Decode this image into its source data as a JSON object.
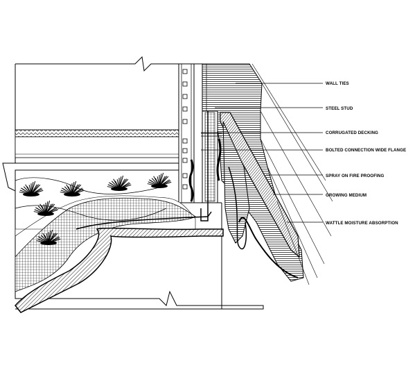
{
  "callouts": [
    {
      "id": "wall-ties",
      "text": "WALL TIES"
    },
    {
      "id": "steel-stud",
      "text": "STEEL STUD"
    },
    {
      "id": "corrugated-decking",
      "text": "CORRUGATED DECKING"
    },
    {
      "id": "bolted-connection",
      "text": "BOLTED CONNECTION WIDE FLANGE"
    },
    {
      "id": "spray-fireproofing",
      "text": "SPRAY ON FIRE PROOFING"
    },
    {
      "id": "growing-medium",
      "text": "GROWING MEDIUM"
    },
    {
      "id": "wattle-moisture",
      "text": "WATTLE  MOISTURE ABSORPTION"
    }
  ],
  "colors": {
    "ink": "#000000",
    "paper": "#ffffff"
  }
}
